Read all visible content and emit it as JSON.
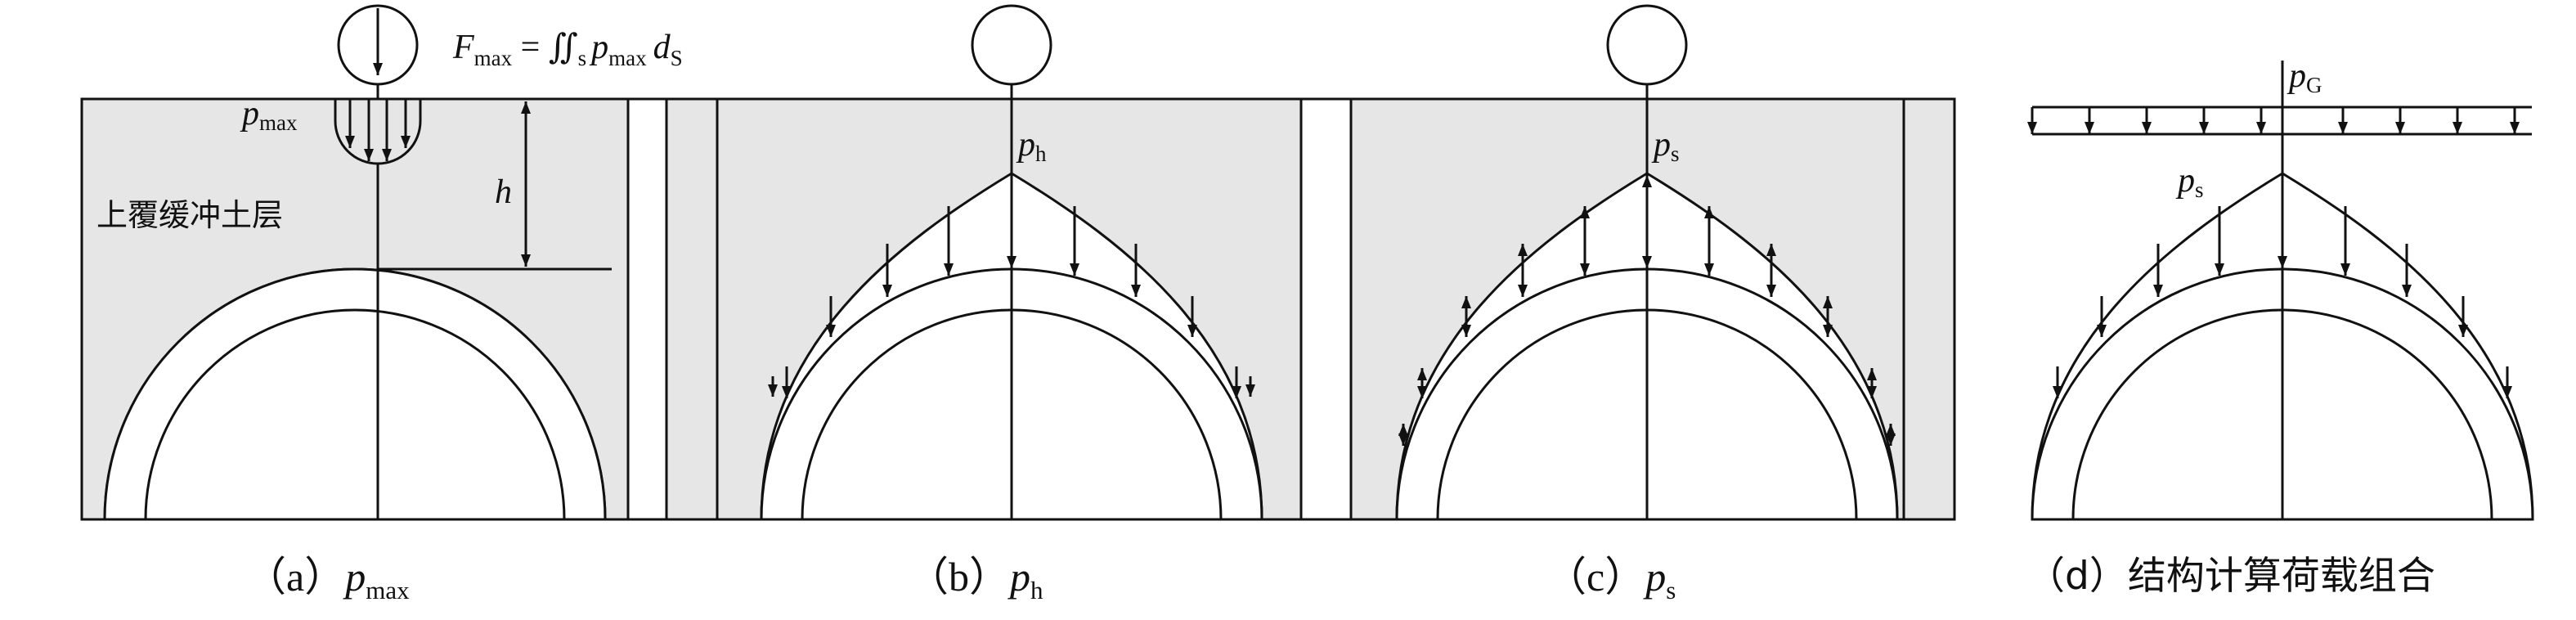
{
  "colors": {
    "soil": "#e6e6e6",
    "line": "#111111",
    "paper": "#ffffff"
  },
  "panel_a": {
    "formula_main": "F",
    "formula_sub": "max",
    "formula_eq": " = ∬",
    "formula_s": "s",
    "formula_p": "p",
    "formula_p_sub": "max",
    "formula_d": "d",
    "formula_d_sub": "S",
    "pmax_p": "p",
    "pmax_sub": "max",
    "h_label": "h",
    "soil_label": "上覆缓冲土层",
    "caption_open": "（a）",
    "caption_p": "p",
    "caption_sub": "max"
  },
  "panel_b": {
    "label_p": "p",
    "label_sub": "h",
    "caption_open": "（b）",
    "caption_p": "p",
    "caption_sub": "h"
  },
  "panel_c": {
    "label_p": "p",
    "label_sub": "s",
    "caption_open": "（c）",
    "caption_p": "p",
    "caption_sub": "s"
  },
  "panel_d": {
    "pg_p": "p",
    "pg_sub": "G",
    "ps_p": "p",
    "ps_sub": "s",
    "caption": "（d）结构计算荷载组合"
  }
}
